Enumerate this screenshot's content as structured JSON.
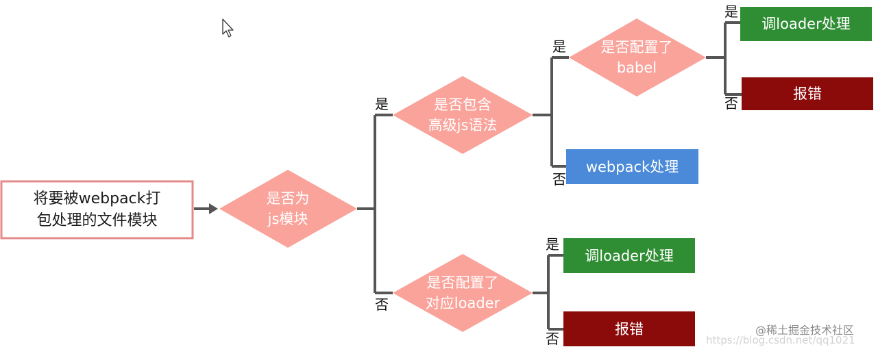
{
  "colors": {
    "diamond": "#f9a39b",
    "green": "#2f8d33",
    "blue": "#4a8ad8",
    "darkred": "#8b0a0a",
    "start_border": "#e48a8a",
    "connector": "#555555"
  },
  "start": {
    "text": "将要被webpack打\n包处理的文件模块"
  },
  "decisions": {
    "is_js": "是否为\njs模块",
    "advanced_syntax": "是否包含\n高级js语法",
    "babel_configured": "是否配置了\nbabel",
    "loader_configured": "是否配置了\n对应loader"
  },
  "results": {
    "loader_top": "调loader处理",
    "error_top": "报错",
    "webpack": "webpack处理",
    "loader_bottom": "调loader处理",
    "error_bottom": "报错"
  },
  "branch_labels": {
    "yes": "是",
    "no": "否"
  },
  "cursor_icon": "mouse-pointer-icon",
  "watermark": {
    "brand": "@稀土掘金技术社区",
    "url": "https://blog.csdn.net/qq1021"
  }
}
